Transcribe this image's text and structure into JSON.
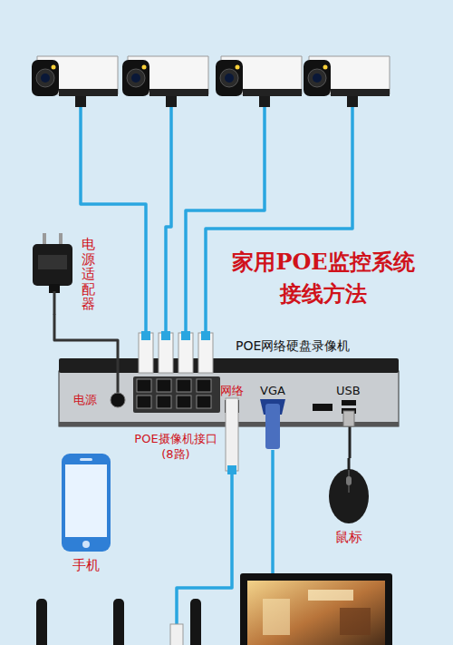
{
  "diagram": {
    "title": "家用POE监控系统 接线方法",
    "nodes": [
      {
        "text": [
          "电源适配器"
        ]
      },
      {
        "text": [
          "POE网络硬盘录像机",
          "电源",
          "网络",
          "VGA",
          "USB"
        ]
      },
      {
        "text": [
          "手机"
        ]
      },
      {
        "text": [
          "鼠标"
        ]
      }
    ],
    "edges": [
      {
        "from": 0,
        "to": 1,
        "arrow": "none"
      },
      {
        "from": 3,
        "to": 1,
        "arrow": "none"
      }
    ],
    "labels": [
      "POE摄像机接口 (8路)"
    ]
  }
}
